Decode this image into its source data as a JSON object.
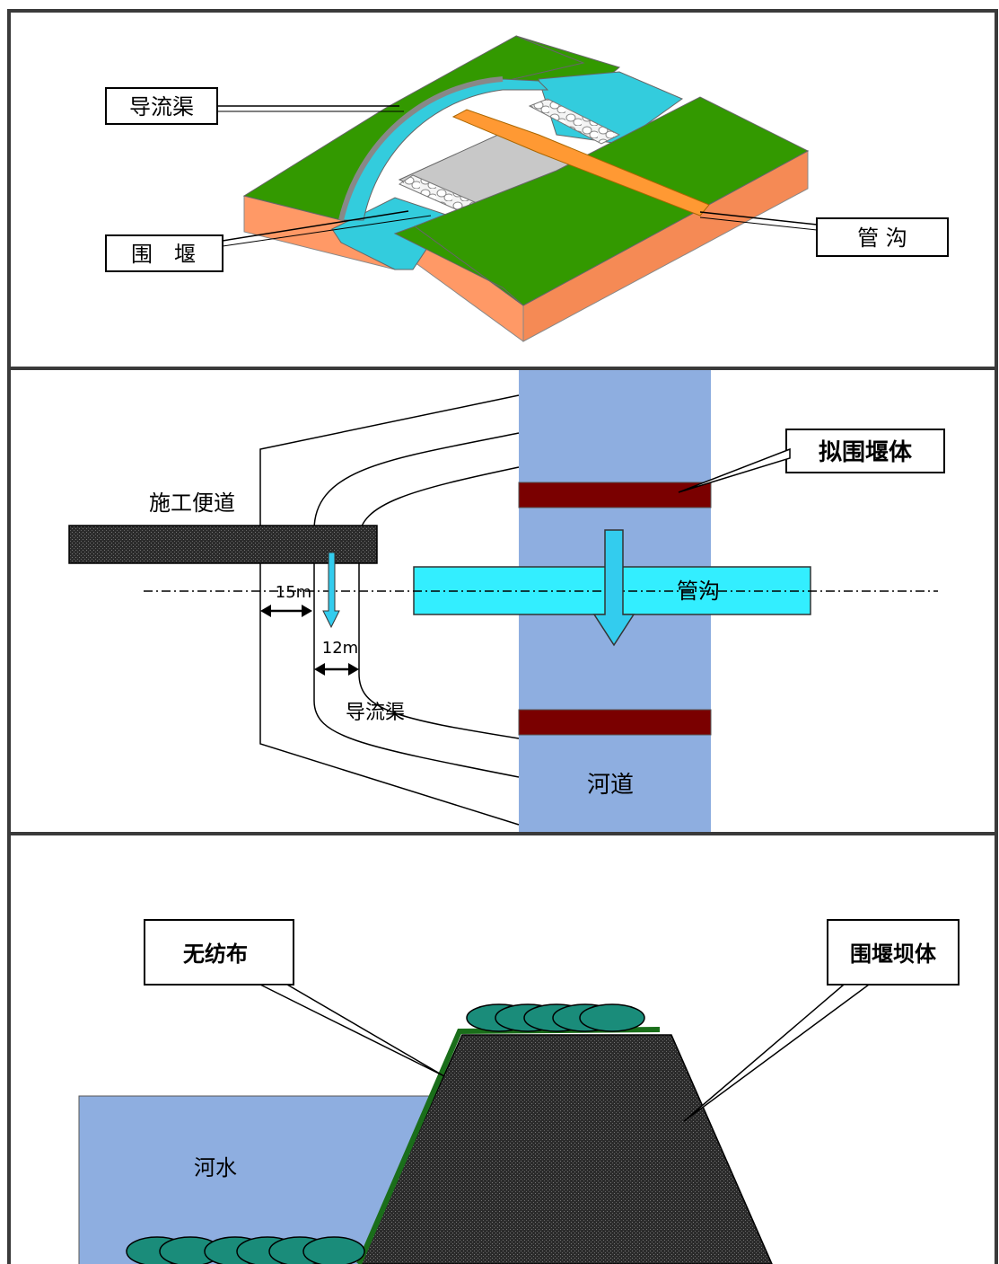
{
  "panel1": {
    "label_diversion": "导流渠",
    "label_cofferdam": "围　堰",
    "label_trench": "管 沟"
  },
  "panel2": {
    "label_road": "施工便道",
    "label_proposed_cofferdam": "拟围堰体",
    "label_trench": "管沟",
    "dim_15": "15m",
    "dim_12": "12m",
    "label_diversion": "导流渠",
    "label_river": "河道"
  },
  "panel3": {
    "label_geotextile": "无纺布",
    "label_dam_body": "围堰坝体",
    "label_river_water": "河水"
  },
  "colors": {
    "grass": "#339900",
    "soil": "#ff9966",
    "water_cyan": "#33ccdd",
    "trench_orange": "#ff9933",
    "river_blue": "#8eaee0",
    "trench_cyan": "#33eeff",
    "cofferdam_red": "#7a0000",
    "dam_dark": "#222222",
    "sandbag_teal": "#1a8c7a",
    "geotextile_green": "#1a6e1a"
  }
}
